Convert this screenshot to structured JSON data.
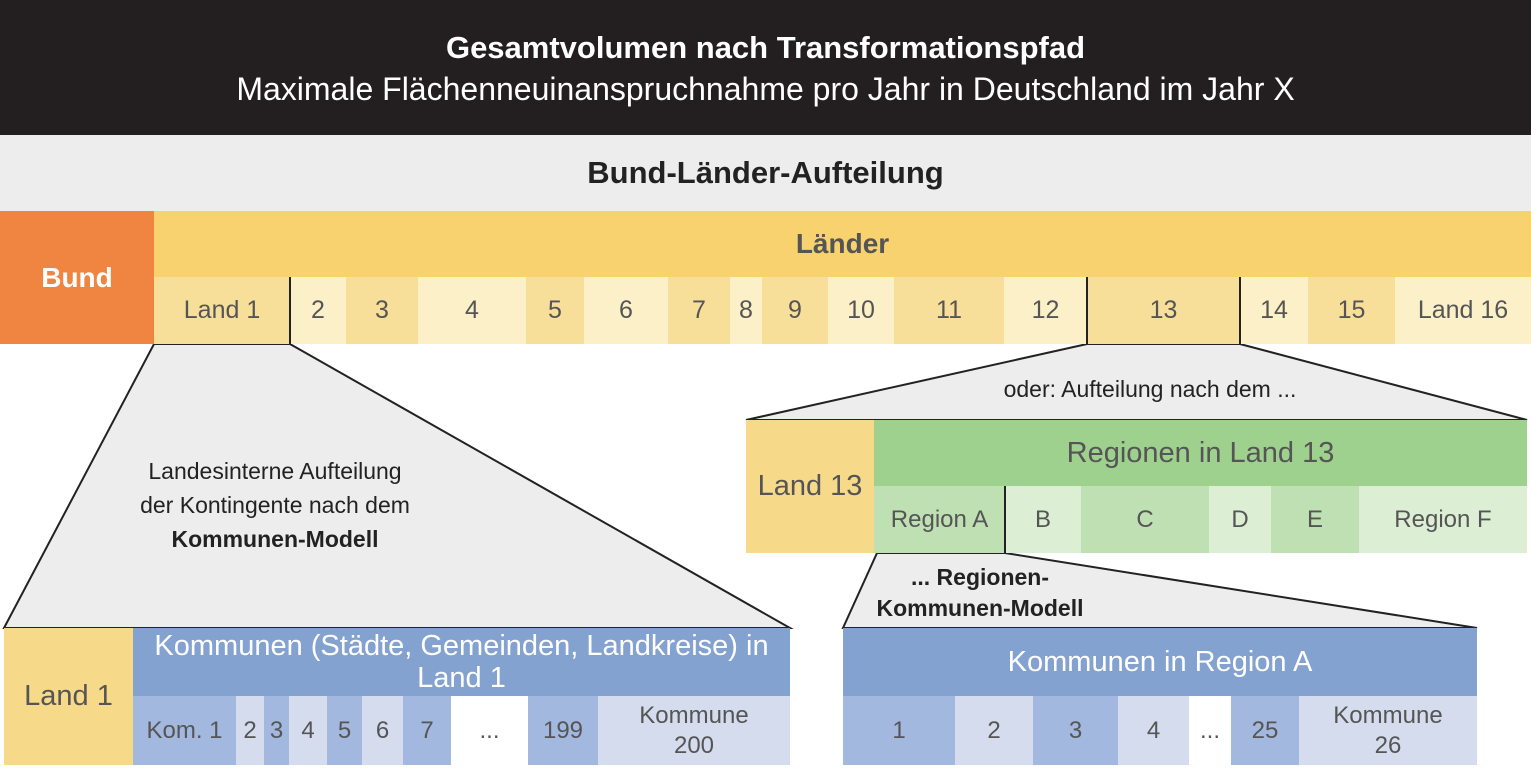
{
  "title": {
    "main": "Gesamtvolumen nach Transformationspfad",
    "sub": "Maximale Flächenneuinanspruchnahme pro Jahr in Deutschland im Jahr X"
  },
  "bund_laender": {
    "heading": "Bund-Länder-Aufteilung",
    "bund": "Bund",
    "laender": "Länder",
    "lands": [
      "Land 1",
      "2",
      "3",
      "4",
      "5",
      "6",
      "7",
      "8",
      "9",
      "10",
      "11",
      "12",
      "13",
      "14",
      "15",
      "Land 16"
    ]
  },
  "kommunen_model": {
    "label_line1": "Landesinterne Aufteilung",
    "label_line2": "der Kontingente nach dem",
    "label_line3": "Kommunen-Modell",
    "land": "Land 1",
    "header": "Kommunen (Städte, Gemeinden, Landkreise) in Land 1",
    "cells": [
      "Kom. 1",
      "2",
      "3",
      "4",
      "5",
      "6",
      "7",
      "...",
      "199",
      "Kommune 200"
    ]
  },
  "regionen_model": {
    "or_label": "oder: Aufteilung nach dem ...",
    "land": "Land 13",
    "header": "Regionen in Land 13",
    "cells": [
      "Region A",
      "B",
      "C",
      "D",
      "E",
      "Region F"
    ],
    "model_label_line1": "... Regionen-",
    "model_label_line2": "Kommunen-Modell",
    "kommunen_header": "Kommunen in Region A",
    "kommunen_cells": [
      "1",
      "2",
      "3",
      "4",
      "...",
      "25",
      "Kommune 26"
    ]
  },
  "colors": {
    "title_bg": "#231f20",
    "bund": "#f08441",
    "laender": "#f7d26f",
    "land_dark": "#f7df9a",
    "land_light": "#fcf0c8",
    "kommunen_head": "#84a2d0",
    "regionen_head": "#9ed18e"
  }
}
